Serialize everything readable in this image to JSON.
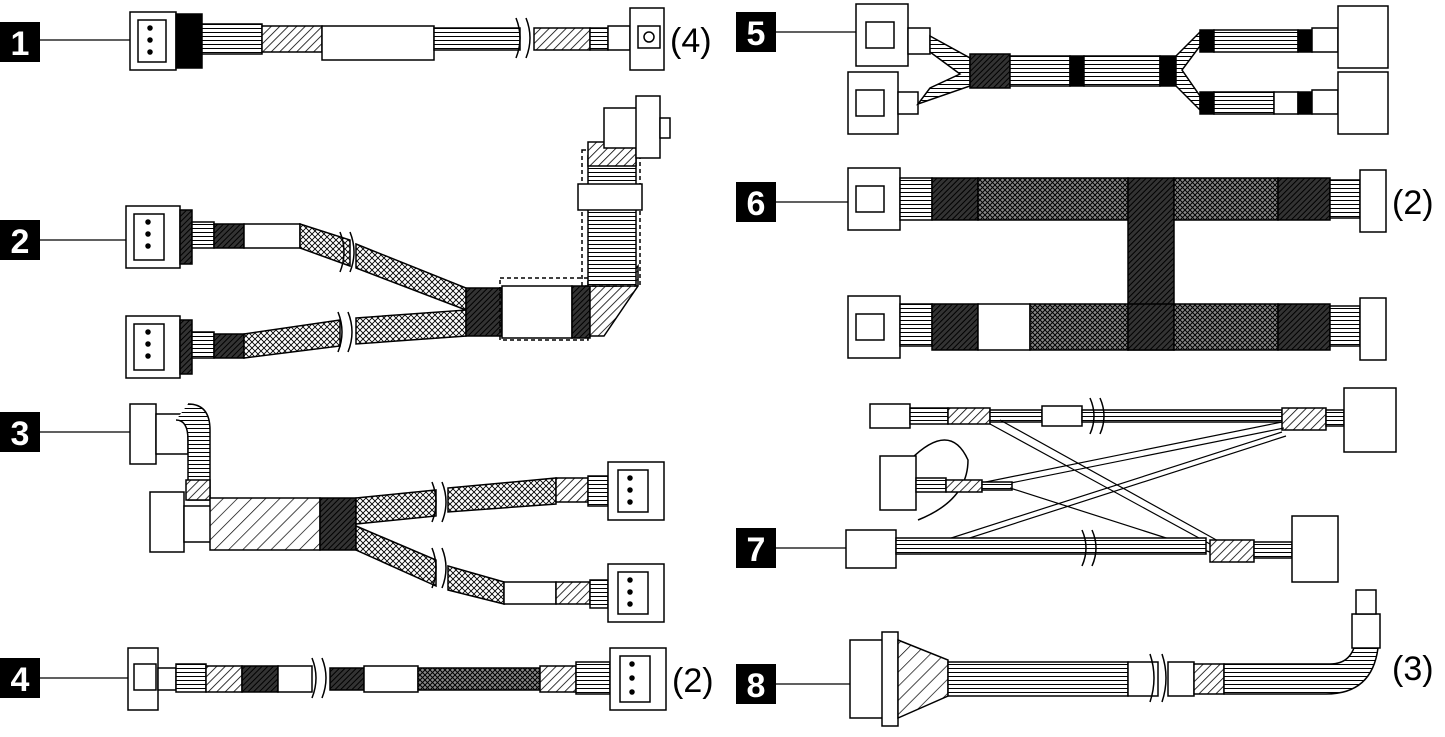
{
  "colors": {
    "ink": "#000000",
    "paper": "#ffffff",
    "dark_sleeve": "#3a3a3a"
  },
  "cables": [
    {
      "id": "1",
      "label": "1",
      "quantity": "(4)"
    },
    {
      "id": "2",
      "label": "2",
      "quantity": ""
    },
    {
      "id": "3",
      "label": "3",
      "quantity": ""
    },
    {
      "id": "4",
      "label": "4",
      "quantity": "(2)"
    },
    {
      "id": "5",
      "label": "5",
      "quantity": ""
    },
    {
      "id": "6",
      "label": "6",
      "quantity": "(2)"
    },
    {
      "id": "7",
      "label": "7",
      "quantity": ""
    },
    {
      "id": "8",
      "label": "8",
      "quantity": "(3)"
    }
  ]
}
